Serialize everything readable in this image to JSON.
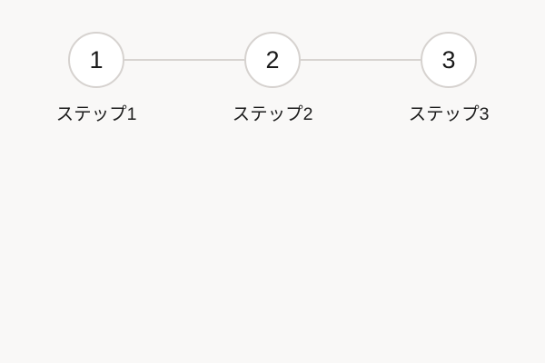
{
  "theme": {
    "background": "#f9f8f7",
    "circle_fill": "#ffffff",
    "circle_border": "#d6d2cf",
    "connector": "#d8d4d1",
    "number_color": "#1a1a1a",
    "label_color": "#1c1c1c"
  },
  "stepper": {
    "steps": [
      {
        "number": "1",
        "label": "ステップ1"
      },
      {
        "number": "2",
        "label": "ステップ2"
      },
      {
        "number": "3",
        "label": "ステップ3"
      }
    ]
  }
}
